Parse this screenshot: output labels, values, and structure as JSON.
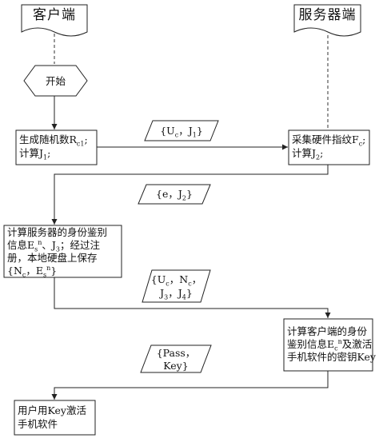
{
  "headers": {
    "client": "客户端",
    "server": "服务器端"
  },
  "start": "开始",
  "boxes": {
    "client_step1": {
      "line1": "生成随机数R",
      "line1_sub": "c1",
      "line1_end": ";",
      "line2": "计算J",
      "line2_sub": "1",
      "line2_end": ";"
    },
    "server_step1": {
      "line1": "采集硬件指纹F",
      "line1_sub": "c",
      "line1_end": ";",
      "line2": "计算J",
      "line2_sub": "2",
      "line2_end": ";"
    },
    "client_step2": {
      "line1": "计算服务器的身份鉴别",
      "line2_a": "信息E",
      "line2_sub": "s",
      "line2_sup": "n",
      "line2_b": "、J",
      "line2_sub2": "3",
      "line2_c": "；经过注",
      "line3": "册，本地硬盘上保存",
      "line4_a": "{N",
      "line4_sub": "c",
      "line4_b": "，E",
      "line4_sub2": "s",
      "line4_sup": "n",
      "line4_c": "}"
    },
    "server_step2": {
      "line1": "计算客户端的身份",
      "line2_a": "鉴别信息E",
      "line2_sub": "c",
      "line2_sup": "n",
      "line2_b": "及激活",
      "line3": "手机软件的密钥Key"
    },
    "client_step3": {
      "line1": "用户用Key激活",
      "line2": "手机软件"
    }
  },
  "messages": {
    "m1": {
      "a": "{U",
      "a_sub": "c",
      "b": "，J",
      "b_sub": "1",
      "c": "}"
    },
    "m2": {
      "a": "{e，J",
      "a_sub": "2",
      "b": "}"
    },
    "m3": {
      "l1_a": "{U",
      "l1_sub": "c",
      "l1_b": "，N",
      "l1_sub2": "c",
      "l1_c": "，",
      "l2_a": "J",
      "l2_sub": "3",
      "l2_b": "，J",
      "l2_sub2": "4",
      "l2_c": "}"
    },
    "m4": {
      "l1": "{Pass，",
      "l2": "Key}"
    }
  }
}
